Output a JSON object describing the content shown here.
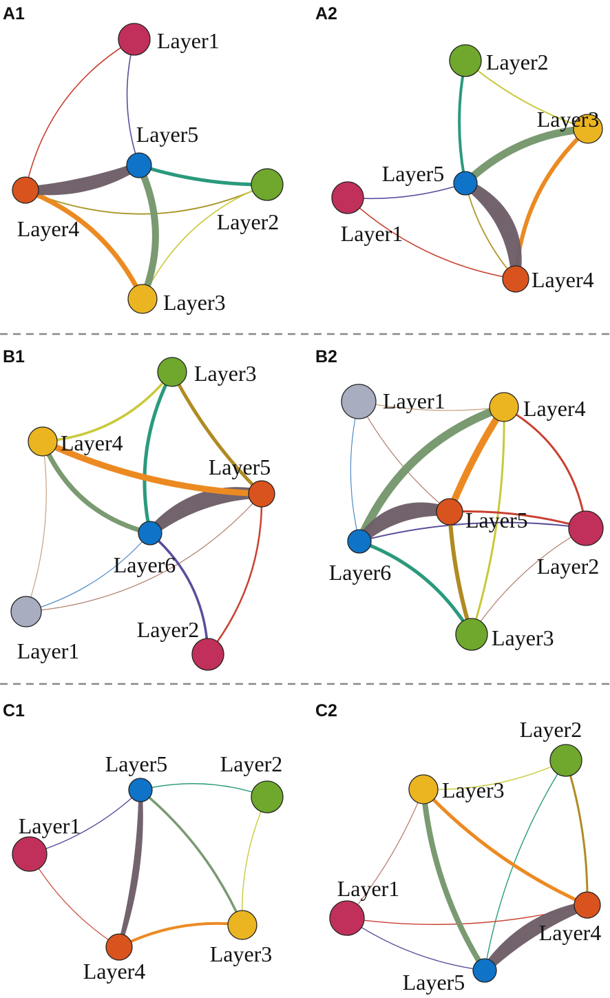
{
  "colors": {
    "Layer1_A": "#c1305a",
    "Layer1_B": "#a8aec0",
    "red": "#c1305a",
    "green": "#6fa82d",
    "yellow": "#ebb521",
    "orange": "#d9531e",
    "blue": "#0f73c8",
    "grey": "#a8aec0",
    "edge_dark": "#6d5e68",
    "edge_sage": "#7a9a72",
    "edge_orange": "#ec8a22",
    "edge_teal": "#2a9a7c",
    "edge_gold": "#b08a22",
    "edge_olive": "#ad9a30",
    "edge_lime": "#c9c93a",
    "edge_red": "#c94030",
    "edge_purple": "#5a4e9a",
    "edge_thinblue": "#4b8bc5",
    "edge_tan": "#c8a07e",
    "edge_brown": "#b07a6a",
    "divider": "#888888"
  },
  "panels": [
    {
      "id": "A1",
      "label": "A1",
      "nodes": [
        {
          "name": "Layer1",
          "color": "red"
        },
        {
          "name": "Layer5",
          "color": "blue"
        },
        {
          "name": "Layer2",
          "color": "green"
        },
        {
          "name": "Layer4",
          "color": "orange"
        },
        {
          "name": "Layer3",
          "color": "yellow"
        }
      ]
    },
    {
      "id": "A2",
      "label": "A2",
      "nodes": [
        {
          "name": "Layer2",
          "color": "green"
        },
        {
          "name": "Layer3",
          "color": "yellow"
        },
        {
          "name": "Layer5",
          "color": "blue"
        },
        {
          "name": "Layer1",
          "color": "red"
        },
        {
          "name": "Layer4",
          "color": "orange"
        }
      ]
    },
    {
      "id": "B1",
      "label": "B1",
      "nodes": [
        {
          "name": "Layer3",
          "color": "green"
        },
        {
          "name": "Layer4",
          "color": "yellow"
        },
        {
          "name": "Layer5",
          "color": "orange"
        },
        {
          "name": "Layer6",
          "color": "blue"
        },
        {
          "name": "Layer1",
          "color": "grey"
        },
        {
          "name": "Layer2",
          "color": "red"
        }
      ]
    },
    {
      "id": "B2",
      "label": "B2",
      "nodes": [
        {
          "name": "Layer1",
          "color": "grey"
        },
        {
          "name": "Layer4",
          "color": "yellow"
        },
        {
          "name": "Layer5",
          "color": "orange"
        },
        {
          "name": "Layer2",
          "color": "red"
        },
        {
          "name": "Layer6",
          "color": "blue"
        },
        {
          "name": "Layer3",
          "color": "green"
        }
      ]
    },
    {
      "id": "C1",
      "label": "C1",
      "nodes": [
        {
          "name": "Layer5",
          "color": "blue"
        },
        {
          "name": "Layer2",
          "color": "green"
        },
        {
          "name": "Layer1",
          "color": "red"
        },
        {
          "name": "Layer4",
          "color": "orange"
        },
        {
          "name": "Layer3",
          "color": "yellow"
        }
      ]
    },
    {
      "id": "C2",
      "label": "C2",
      "nodes": [
        {
          "name": "Layer2",
          "color": "green"
        },
        {
          "name": "Layer3",
          "color": "yellow"
        },
        {
          "name": "Layer1",
          "color": "red"
        },
        {
          "name": "Layer4",
          "color": "orange"
        },
        {
          "name": "Layer5",
          "color": "blue"
        }
      ]
    }
  ]
}
